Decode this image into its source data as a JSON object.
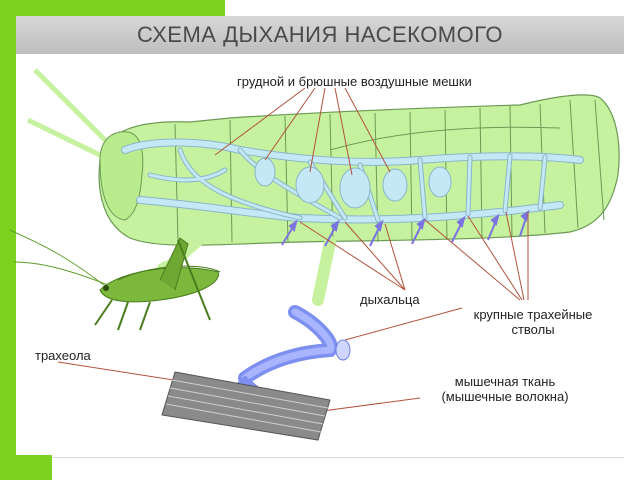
{
  "title": "СХЕМА ДЫХАНИЯ НАСЕКОМОГО",
  "labels": {
    "air_sacs": "грудной и брюшные воздушные мешки",
    "spiracles": "дыхальца",
    "trunks_line1": "крупные трахейные",
    "trunks_line2": "стволы",
    "tracheole": "трахеола",
    "muscle_line1": "мышечная ткань",
    "muscle_line2": "(мышечные волокна)"
  },
  "colors": {
    "frame": "#7dd21f",
    "body": "#c6f2a0",
    "trachea": "#c4e8f5",
    "trachea_stroke": "#8ab6c9",
    "spiracle": "#7b74e0",
    "pointer": "#b2533b",
    "grasshopper": "#5f9e2a"
  }
}
